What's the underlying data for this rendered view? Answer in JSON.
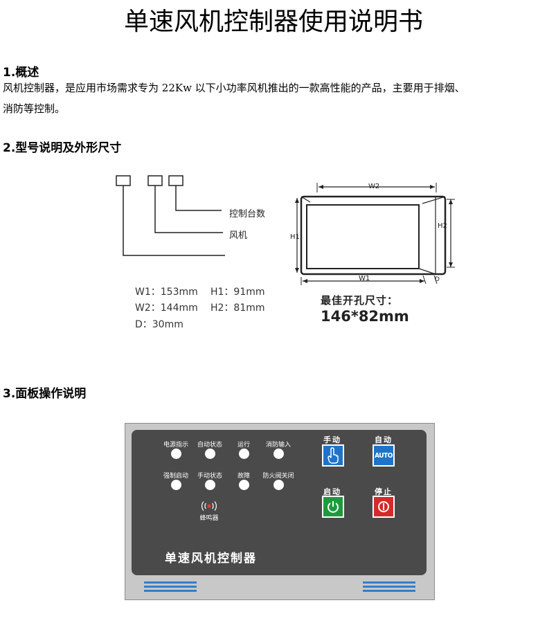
{
  "title": "单速风机控制器使用说明书",
  "sections": {
    "overview": {
      "heading": "1.概述",
      "line1": "风机控制器，是应用市场需求专为 22Kw 以下小功率风机推出的一款高性能的产品，主要用于排烟、",
      "line2": "消防等控制。"
    },
    "model": {
      "heading": "2.型号说明及外形尺寸",
      "labels": [
        "控制台数",
        "风机"
      ],
      "dims": {
        "w1": "W1：153mm",
        "h1": "H1：91mm",
        "w2": "W2：144mm",
        "h2": "H2：81mm",
        "d": "D：30mm"
      },
      "drawing_labels": {
        "w2": "W2",
        "h2": "H2",
        "h1": "H1",
        "w1": "W1",
        "d": "D"
      },
      "best_hole_title": "最佳开孔尺寸：",
      "best_hole_value": "146*82mm"
    },
    "panel": {
      "heading": "3.面板操作说明",
      "indicators_row1": [
        "电源指示",
        "自动状态",
        "运行",
        "消防输入"
      ],
      "indicators_row2": [
        "强制启动",
        "手动状态",
        "故障",
        "防火阀关闭"
      ],
      "buzzer": "蜂鸣器",
      "buttons": {
        "manual": "手动",
        "auto": "自动",
        "auto_text": "AUTO",
        "start": "启动",
        "stop": "停止"
      },
      "name": "单速风机控制器",
      "colors": {
        "manual_blue": "#1e73c8",
        "start_green": "#1d9a3c",
        "stop_red": "#d42a2a",
        "panel_dark": "#4b4a4a"
      }
    }
  }
}
